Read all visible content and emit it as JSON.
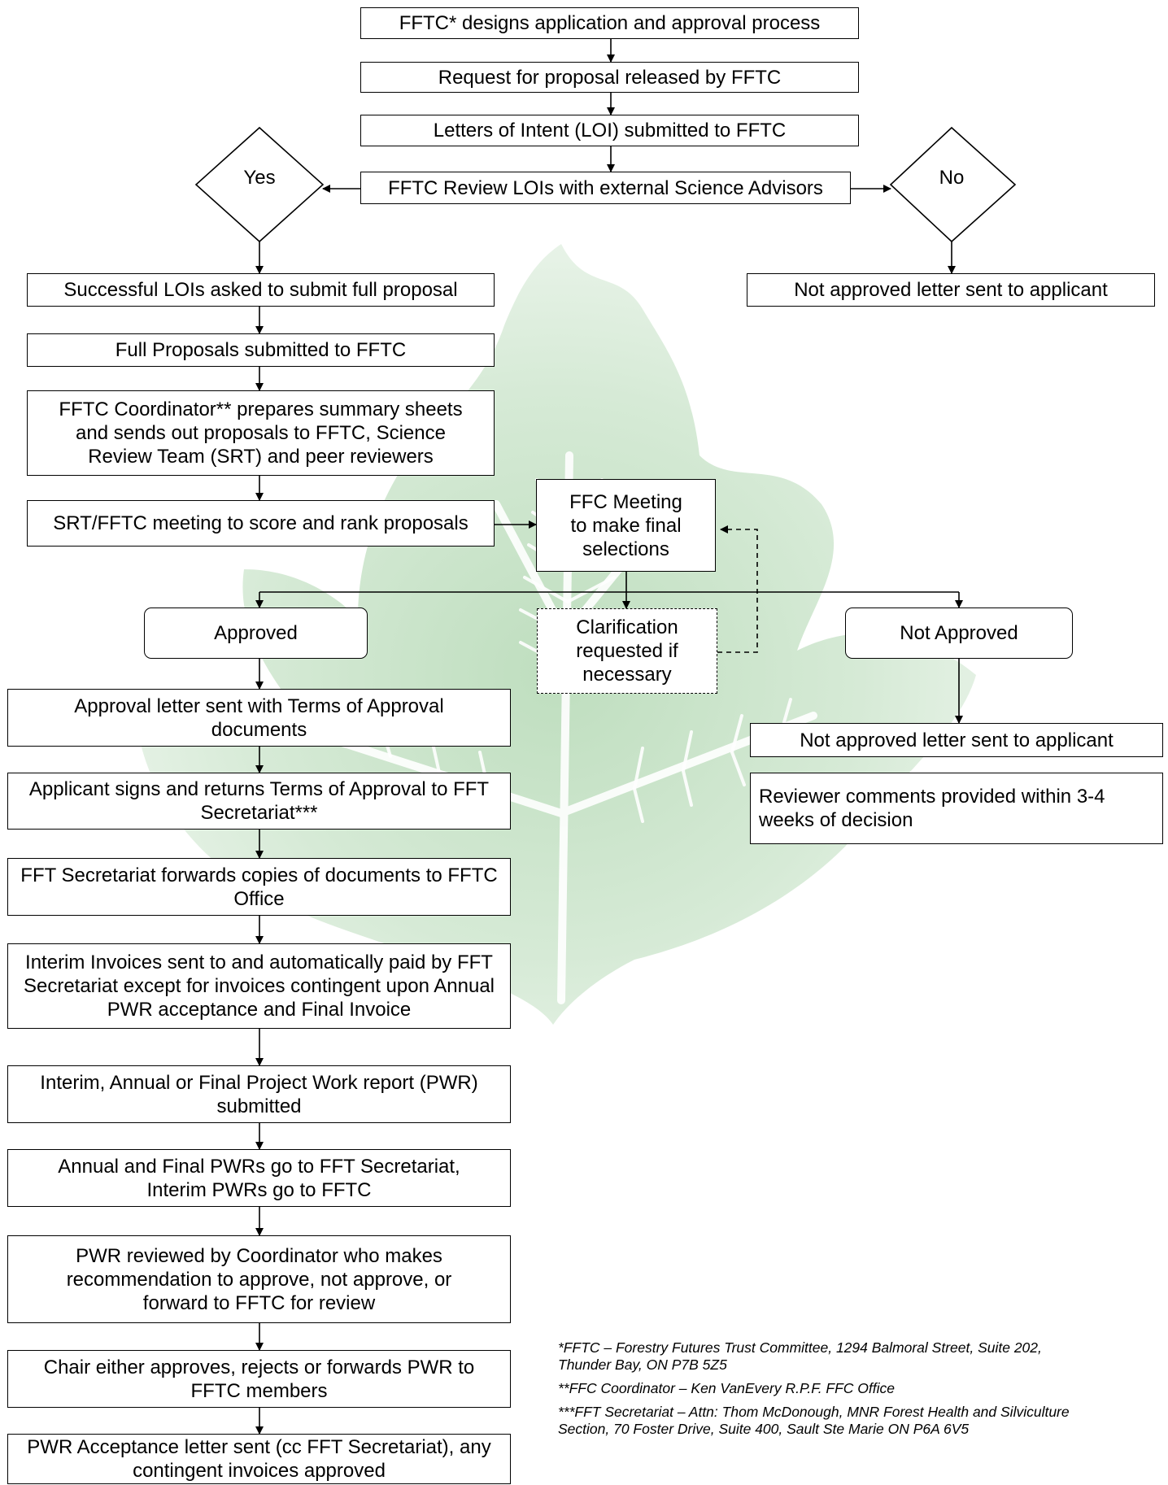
{
  "nodes": {
    "designs": "FFTC* designs application and approval process",
    "rfp": "Request for proposal released by FFTC",
    "loi": "Letters of Intent (LOI) submitted to FFTC",
    "review": "FFTC Review LOIs with external Science Advisors",
    "yes": "Yes",
    "no": "No",
    "successful": "Successful LOIs asked to submit full proposal",
    "not_approved_1": "Not approved letter sent to applicant",
    "full_proposals": "Full Proposals submitted to FFTC",
    "coordinator": "FFTC Coordinator** prepares summary sheets and sends out proposals to FFTC, Science Review Team (SRT) and peer reviewers",
    "srt_meeting": "SRT/FFTC meeting to score and rank proposals",
    "ffc_meeting": "FFC Meeting to make final selections",
    "approved": "Approved",
    "clarification": "Clarification requested if necessary",
    "not_approved": "Not Approved",
    "approval_letter": "Approval letter sent with Terms of Approval documents",
    "not_approved_2": "Not approved letter sent to applicant",
    "applicant_signs": "Applicant signs and returns Terms of Approval to FFT Secretariat***",
    "reviewer_comments": "Reviewer comments provided within 3-4 weeks of decision",
    "forwards_copies": "FFT Secretariat forwards copies of documents to FFTC Office",
    "interim_invoices": "Interim Invoices sent to and automatically paid by FFT Secretariat except for invoices contingent upon Annual PWR acceptance and Final Invoice",
    "pwr_submitted": "Interim, Annual or Final Project Work report (PWR) submitted",
    "pwrs_go": "Annual and Final PWRs go to FFT Secretariat, Interim PWRs go to FFTC",
    "pwr_reviewed": "PWR reviewed by Coordinator who makes recommendation to approve, not approve, or forward to FFTC for review",
    "chair": "Chair either approves, rejects or forwards PWR to FFTC members",
    "acceptance": "PWR Acceptance letter sent (cc FFT Secretariat), any contingent invoices approved"
  },
  "footnotes": {
    "f1": "*FFTC – Forestry Futures Trust Committee, 1294 Balmoral Street, Suite 202, Thunder Bay, ON P7B 5Z5",
    "f2": "**FFC Coordinator – Ken VanEvery R.P.F. FFC Office",
    "f3": "***FFT Secretariat – Attn: Thom McDonough, MNR Forest Health and Silviculture Section, 70 Foster Drive, Suite 400, Sault Ste Marie ON P6A 6V5"
  },
  "colors": {
    "leaf_light": "#e3f0e3",
    "leaf_mid": "#b9dbb9",
    "leaf_dark": "#8fc48f",
    "line": "#000000"
  },
  "icons": {
    "background": "maple-leaf-watermark"
  }
}
